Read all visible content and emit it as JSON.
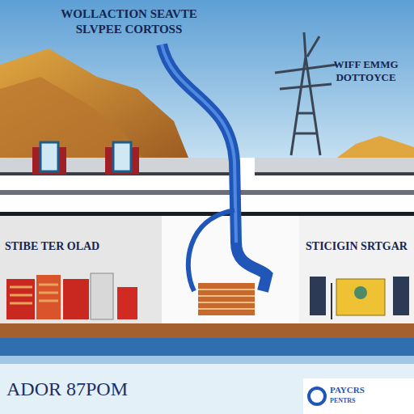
{
  "diagram": {
    "title": "WOLLACTION SEAVTE SLVPEE CORTOSS",
    "caption": "ADOR 87POM",
    "nodes": [
      {
        "text": [
          "STIBE TER OLAD"
        ]
      },
      {
        "text": [
          "STICIGIN SRTGAR"
        ]
      }
    ],
    "labels": [
      "WIFF EMMG DOTTOYCE",
      "PAYCRS",
      "PENTRS"
    ]
  }
}
